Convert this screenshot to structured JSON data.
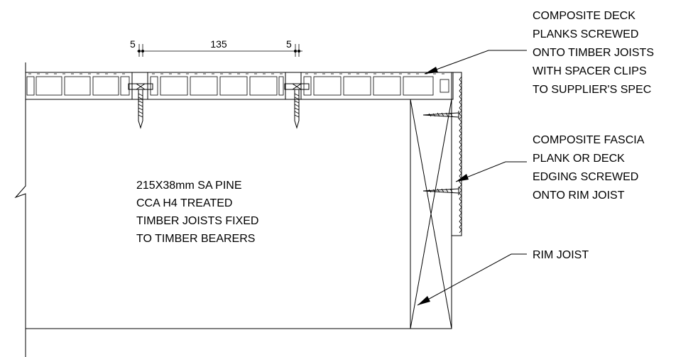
{
  "dimensions": {
    "gap_left": "5",
    "plank_width": "135",
    "gap_right": "5"
  },
  "callouts": {
    "deck_planks": [
      "COMPOSITE DECK",
      "PLANKS SCREWED",
      "ONTO TIMBER JOISTS",
      "WITH SPACER CLIPS",
      "TO SUPPLIER'S SPEC"
    ],
    "fascia": [
      "COMPOSITE FASCIA",
      "PLANK OR DECK",
      "EDGING SCREWED",
      "ONTO RIM JOIST"
    ],
    "rim_joist": [
      "RIM JOIST"
    ]
  },
  "joist_note": [
    "215X38mm SA PINE",
    "CCA H4 TREATED",
    "TIMBER JOISTS FIXED",
    "TO TIMBER BEARERS"
  ]
}
